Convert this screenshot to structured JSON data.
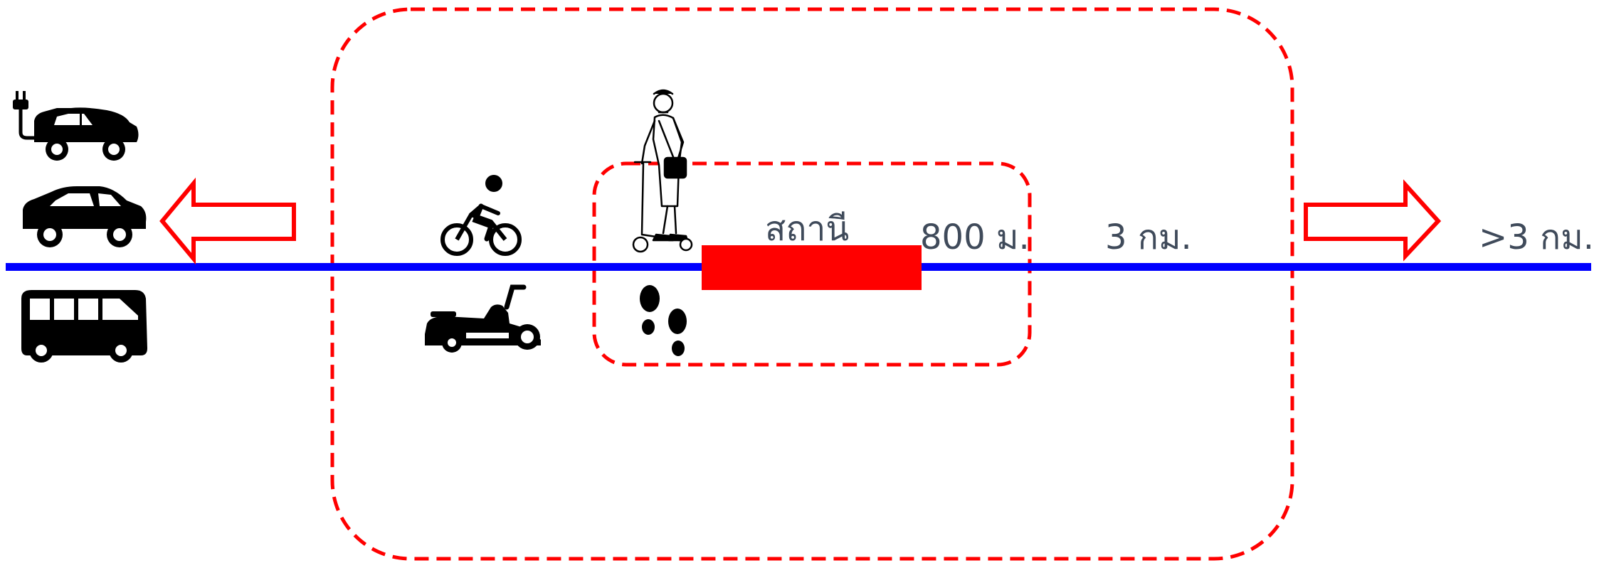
{
  "labels": {
    "station": "สถานี",
    "dist_800": "800 ม.",
    "dist_3km": "3 กม.",
    "dist_over3km": ">3 กม."
  },
  "colors": {
    "line": "#0000ff",
    "zone": "#ff0000",
    "station": "#ff0000",
    "icon": "#000000",
    "text": "#3f4a5a"
  },
  "icons": {
    "left_group": [
      "electric-car-icon",
      "car-icon",
      "bus-icon"
    ],
    "mid_group": [
      "bicycle-icon",
      "scooter-icon"
    ],
    "inner_group": [
      "kick-scooter-person-icon",
      "footprints-icon"
    ],
    "arrows": [
      "arrow-left-icon",
      "arrow-right-icon"
    ]
  }
}
